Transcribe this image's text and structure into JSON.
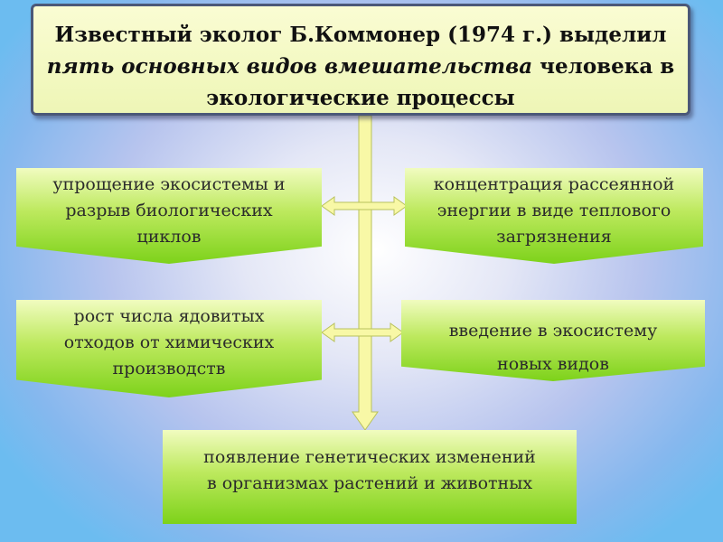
{
  "header": {
    "line1": "Известный эколог Б.Коммонер (1974 г.) выделил",
    "line2_italic": "пять основных видов вмешательства",
    "line2_rest": " человека в",
    "line3": "экологические процессы"
  },
  "boxes": {
    "top_left": [
      "упрощение экосистемы и",
      "разрыв биологических",
      "циклов"
    ],
    "top_right": [
      "концентрация рассеянной",
      "энергии в виде теплового",
      "загрязнения"
    ],
    "mid_left": [
      "рост числа ядовитых",
      "отходов от химических",
      "производств"
    ],
    "mid_right": [
      "введение в экосистему",
      "новых видов"
    ],
    "bottom": [
      "появление генетических изменений",
      "в организмах растений и животных"
    ]
  },
  "colors": {
    "box_gradient_top": "#f1fcc0",
    "box_gradient_bottom": "#7dd21a",
    "header_fill": "#fafcd3",
    "header_border": "#4b5878",
    "connector_fill": "#f8f8a6"
  }
}
